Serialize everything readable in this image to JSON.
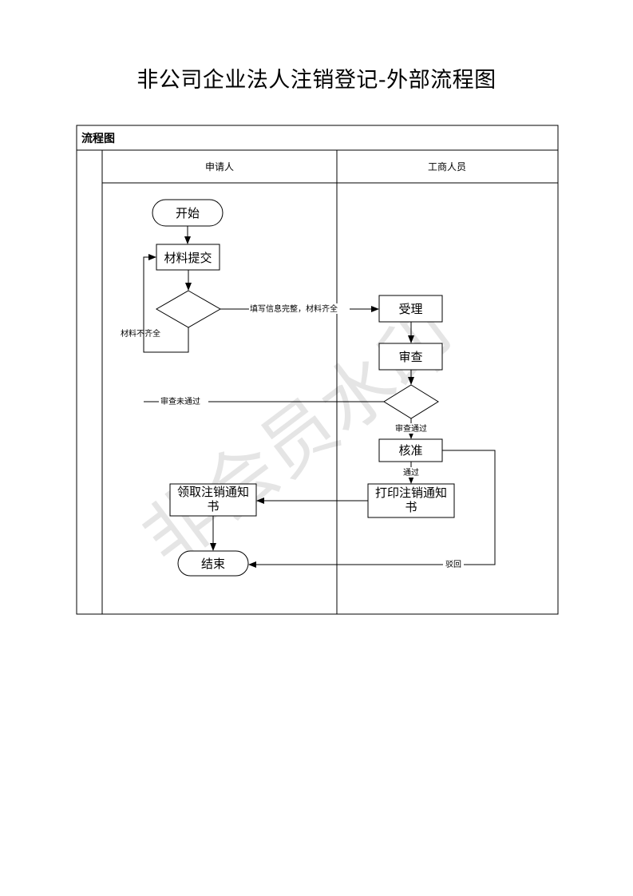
{
  "page": {
    "title": "非公司企业法人注销登记-外部流程图"
  },
  "section": {
    "title": "流程图"
  },
  "lanes": {
    "applicant": "申请人",
    "staff": "工商人员"
  },
  "nodes": {
    "start": "开始",
    "submit": "材料提交",
    "accept": "受理",
    "review": "审查",
    "approve": "核准",
    "print_line1": "打印注销通知",
    "print_line2": "书",
    "receive_line1": "领取注销通知",
    "receive_line2": "书",
    "end": "结束"
  },
  "edges": {
    "complete": "填写信息完整，材料齐全",
    "incomplete": "材料不齐全",
    "review_fail": "审查未通过",
    "review_pass": "审查通过",
    "pass": "通过",
    "reject": "驳回"
  },
  "watermark": "非会员水印"
}
